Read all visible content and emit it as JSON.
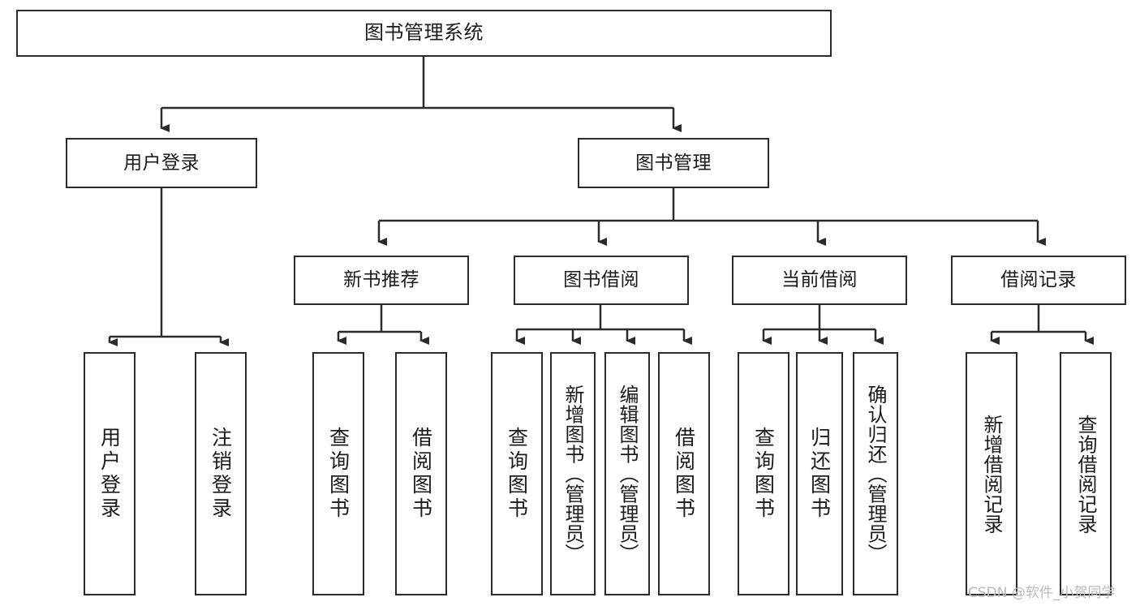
{
  "diagram": {
    "title": "图书管理系统",
    "type": "function-structure-tree",
    "stroke_color": "#2b2b2b",
    "background_color": "#ffffff",
    "text_color": "#1b1b1b",
    "watermark": {
      "text": "CSDN @软件_小贺同学",
      "color": "#b9b9b9"
    },
    "levels": [
      {
        "level": 1,
        "nodes": [
          {
            "id": "root",
            "label": "图书管理系统"
          }
        ]
      },
      {
        "level": 2,
        "nodes": [
          {
            "id": "login",
            "label": "用户登录",
            "parent": "root"
          },
          {
            "id": "bookmgmt",
            "label": "图书管理",
            "parent": "root"
          }
        ]
      },
      {
        "level": 3,
        "nodes": [
          {
            "id": "newbook",
            "label": "新书推荐",
            "parent": "bookmgmt"
          },
          {
            "id": "borrow",
            "label": "图书借阅",
            "parent": "bookmgmt"
          },
          {
            "id": "current",
            "label": "当前借阅",
            "parent": "bookmgmt"
          },
          {
            "id": "records",
            "label": "借阅记录",
            "parent": "bookmgmt"
          }
        ]
      },
      {
        "level": 4,
        "nodes": [
          {
            "id": "l1",
            "label": "用户登录",
            "parent": "login"
          },
          {
            "id": "l2",
            "label": "注销登录",
            "parent": "login"
          },
          {
            "id": "l3",
            "label": "查询图书",
            "parent": "newbook"
          },
          {
            "id": "l4",
            "label": "借阅图书",
            "parent": "newbook"
          },
          {
            "id": "l5",
            "label": "查询图书",
            "parent": "borrow"
          },
          {
            "id": "l6",
            "label": "新增图书（管理员）",
            "parent": "borrow"
          },
          {
            "id": "l7",
            "label": "编辑图书（管理员）",
            "parent": "borrow"
          },
          {
            "id": "l8",
            "label": "借阅图书",
            "parent": "borrow"
          },
          {
            "id": "l9",
            "label": "查询图书",
            "parent": "current"
          },
          {
            "id": "l10",
            "label": "归还图书",
            "parent": "current"
          },
          {
            "id": "l11",
            "label": "确认归还（管理员）",
            "parent": "current"
          },
          {
            "id": "l12",
            "label": "新增借阅记录",
            "parent": "records"
          },
          {
            "id": "l13",
            "label": "查询借阅记录",
            "parent": "records"
          }
        ]
      }
    ]
  }
}
